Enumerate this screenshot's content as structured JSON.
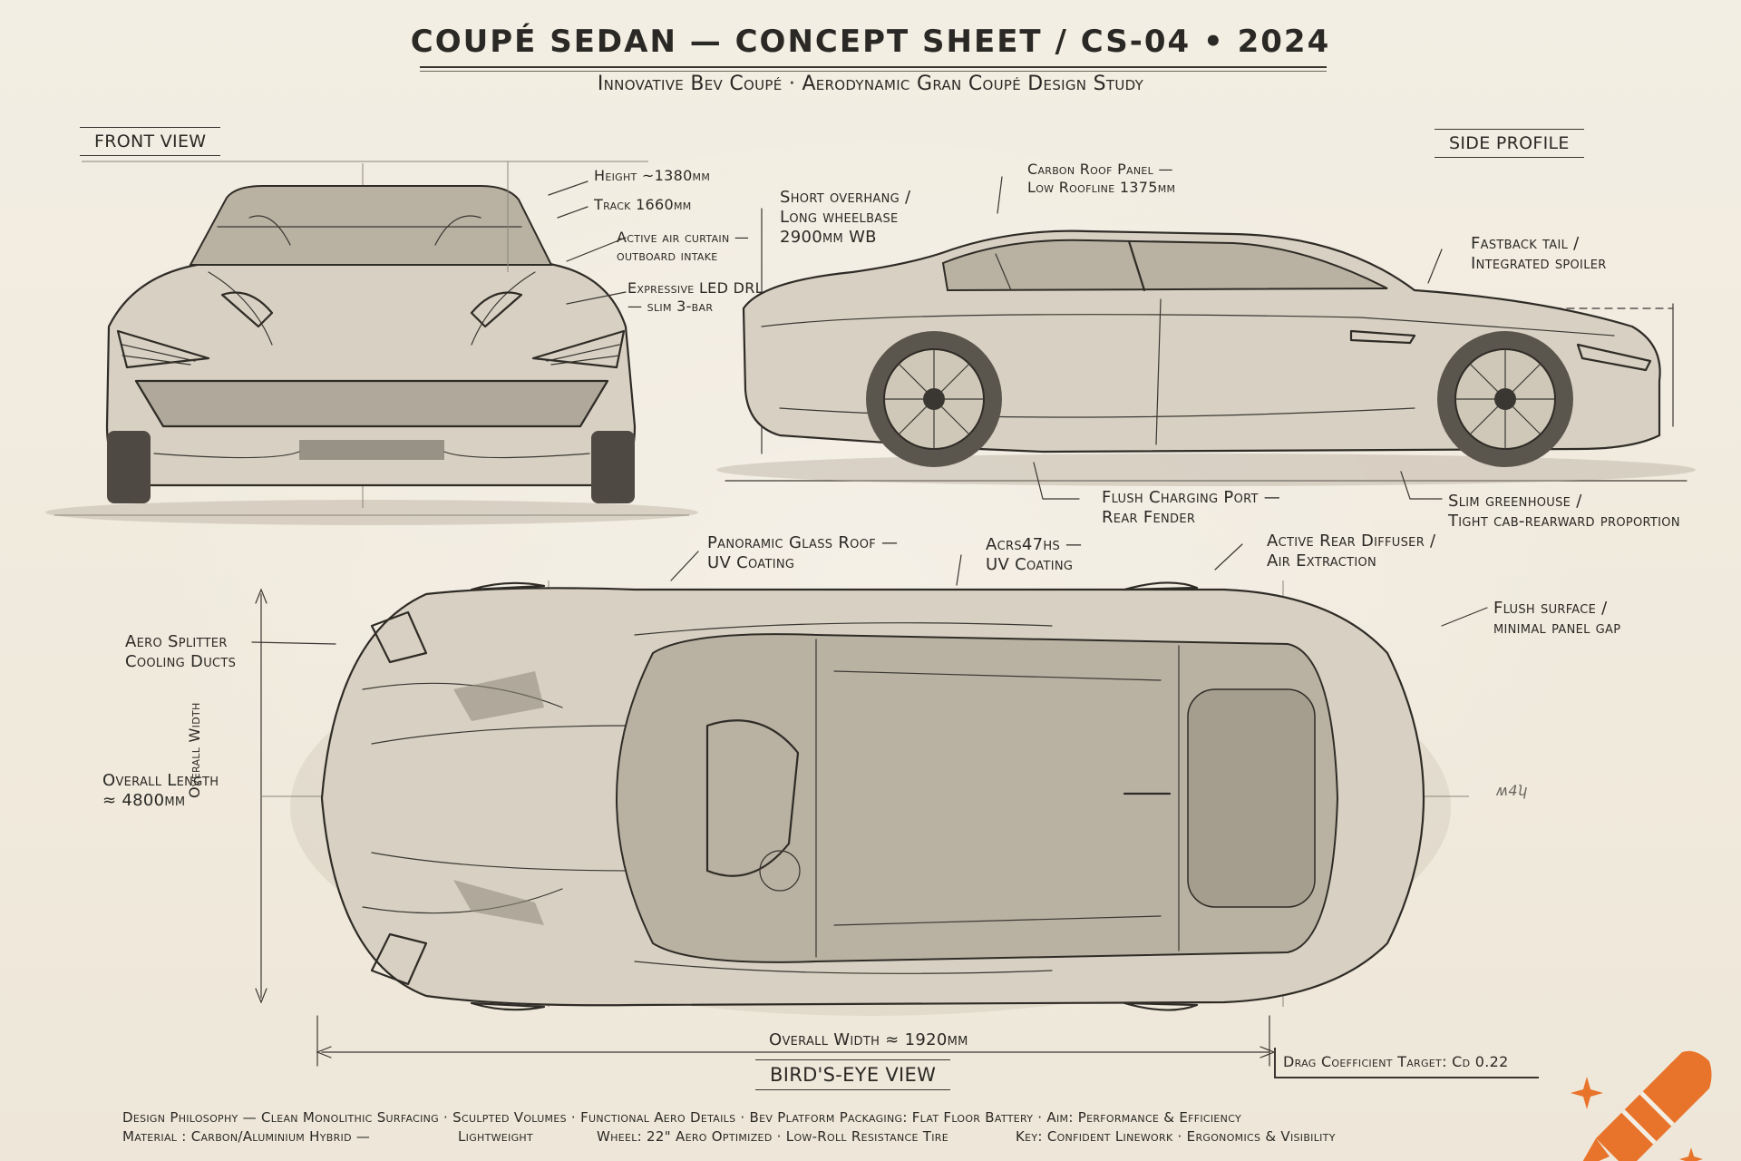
{
  "header": {
    "title": "COUPÉ SEDAN — CONCEPT SHEET / CS-04 • 2024",
    "subtitle": "Innovative Bev Coupé · Aerodynamic Gran Coupé Design Study"
  },
  "views": {
    "front_label": "FRONT VIEW",
    "side_label": "SIDE PROFILE",
    "top_label": "BIRD'S-EYE VIEW"
  },
  "front_notes": {
    "height": "Height ~1380mm",
    "track": "Track 1660mm",
    "air_curtain": "Active air curtain —\noutboard intake",
    "drl": "Expressive LED DRL\n— slim 3-bar"
  },
  "side_notes": {
    "overhang": "Short overhang /\nLong wheelbase\n2900mm WB",
    "roof": "Carbon Roof Panel —\nLow Roofline 1375mm",
    "fastback": "Fastback tail /\nIntegrated spoiler",
    "charging": "Flush Charging Port —\nRear Fender",
    "greenhouse": "Slim greenhouse /\nTight cab-rearward proportion"
  },
  "top_notes": {
    "panoramic": "Panoramic Glass Roof —\nUV Coating",
    "acrs": "Acrs47hs —\nUV Coating",
    "diffuser": "Active Rear Diffuser /\nAir Extraction",
    "flush": "Flush surface /\nminimal panel gap",
    "splitter": "Aero Splitter\nCooling Ducts",
    "length": "Overall Length\n≈ 4800mm",
    "width_vertical": "Overall Width",
    "width": "Overall Width ≈ 1920mm",
    "drag": "Drag Coefficient Target: Cd 0.22",
    "sketch_mark": "ʍ4ʮ"
  },
  "footer": {
    "line1": "Design Philosophy — Clean Monolithic Surfacing · Sculpted Volumes · Functional Aero Details · Bev Platform Packaging: Flat Floor Battery · Aim: Performance & Efficiency",
    "line2_a": "Material : Carbon/Aluminium Hybrid —",
    "line2_b": "Lightweight",
    "line2_c": "Wheel: 22\" Aero Optimized · Low-Roll Resistance Tire",
    "line2_d": "Key: Confident Linework · Ergonomics & Visibility"
  },
  "logo": {
    "icon": "crayon-sparkle-icon",
    "color": "#e8732a"
  }
}
